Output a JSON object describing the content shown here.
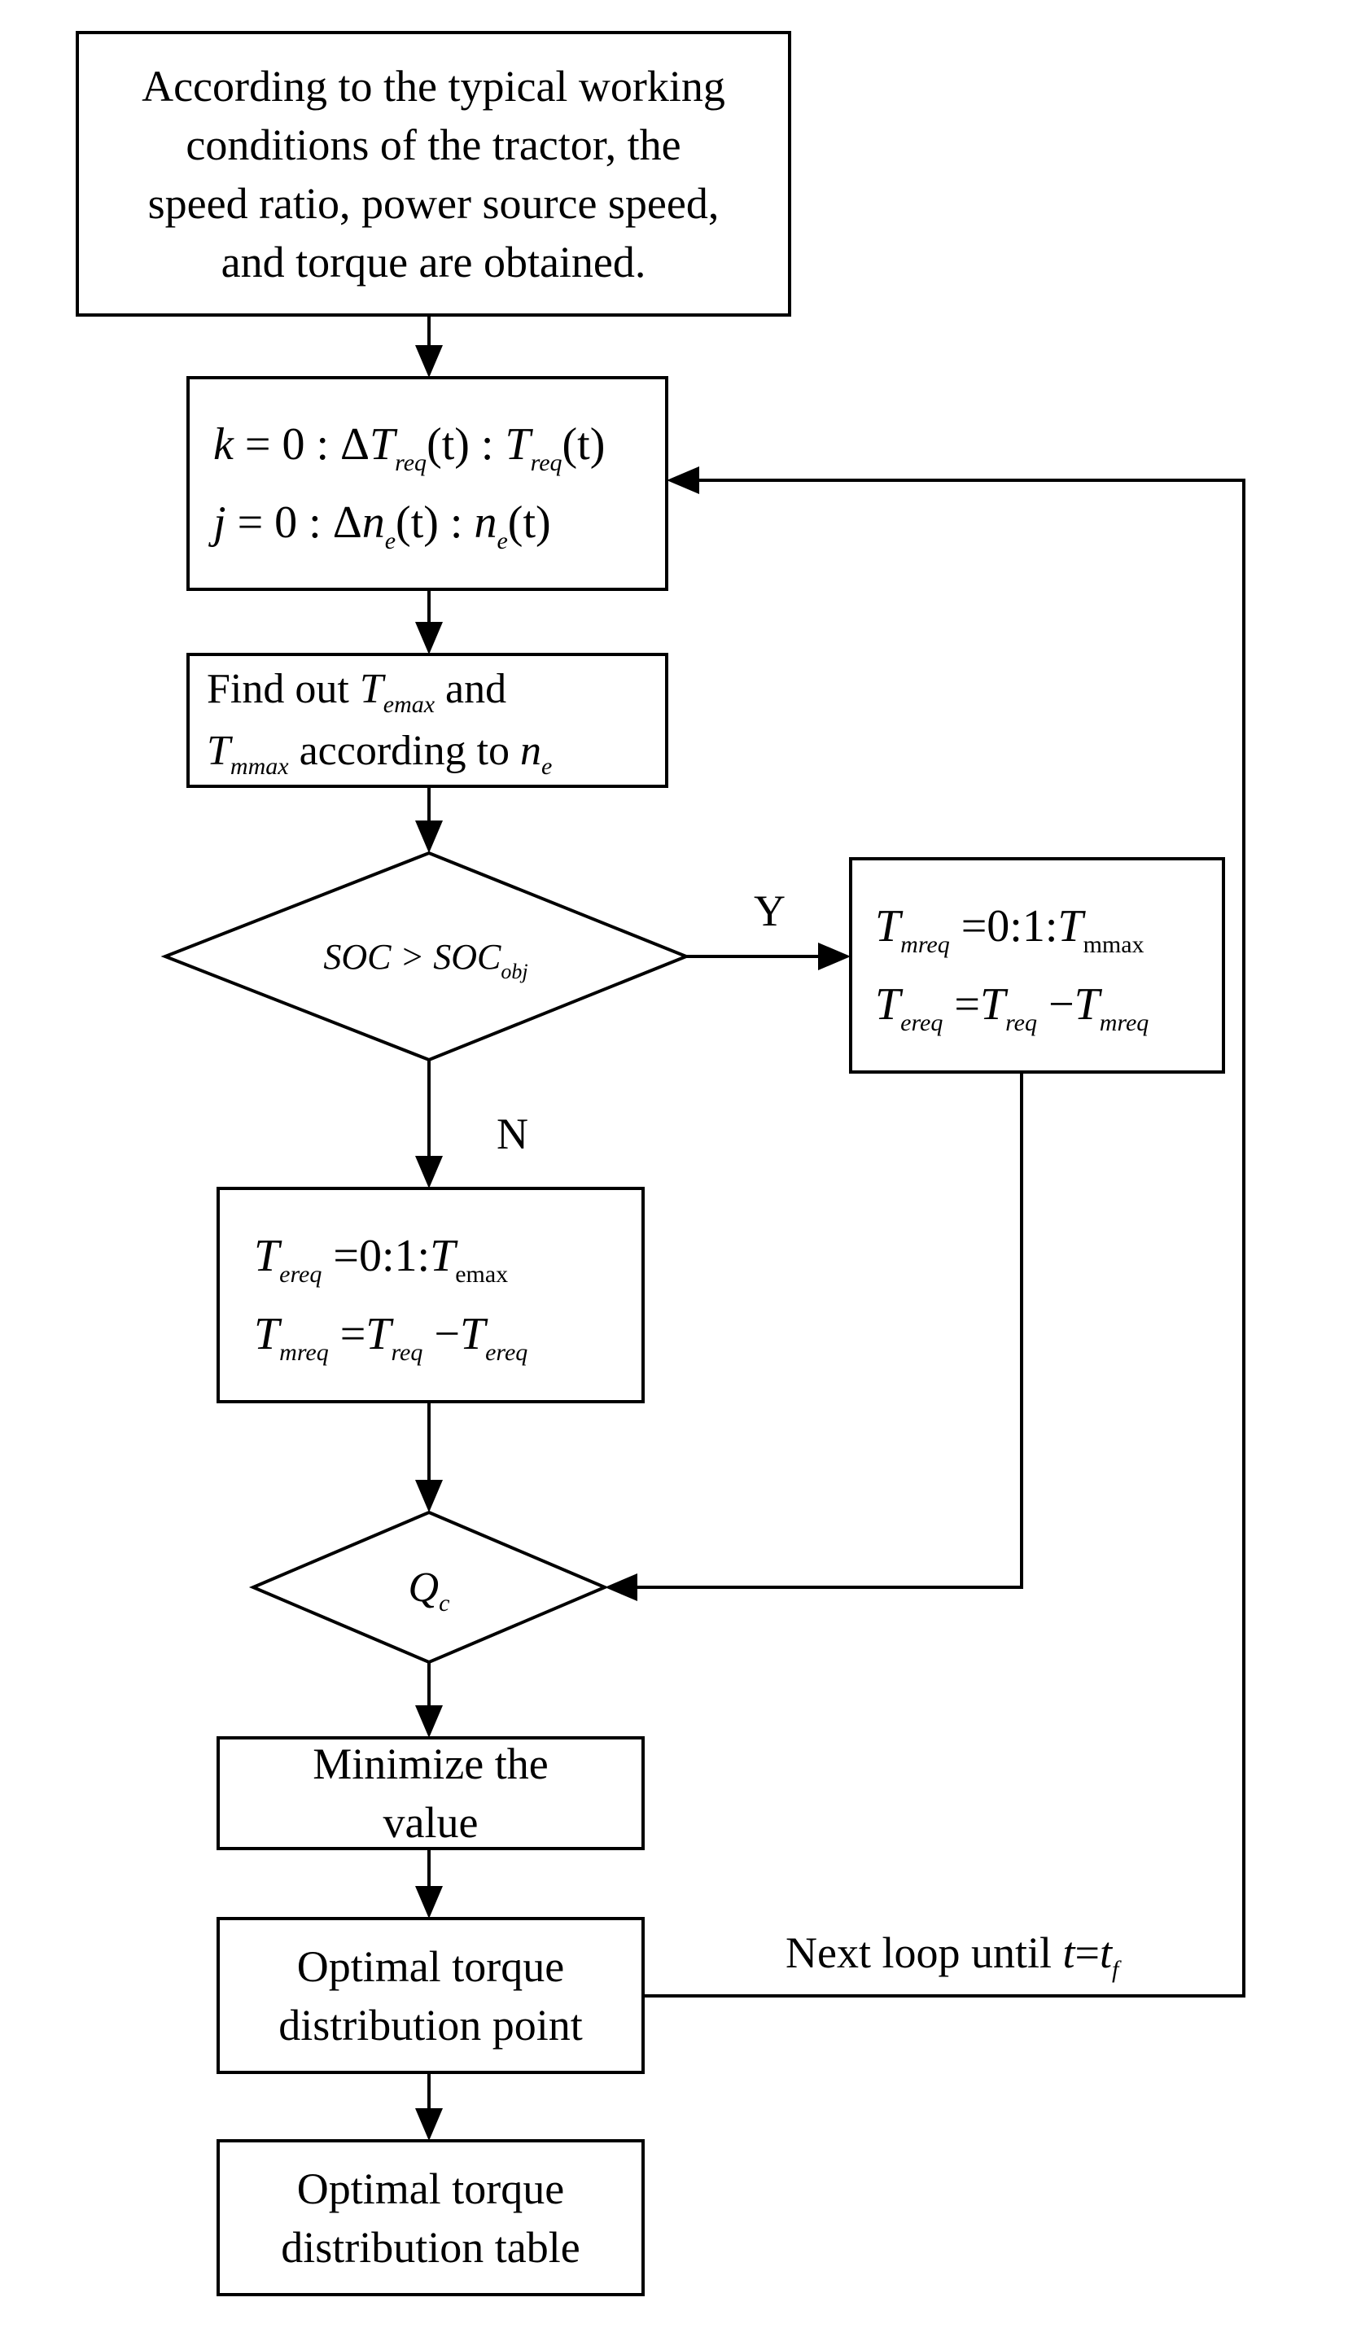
{
  "nodes": {
    "start": {
      "line1": "According to the typical working",
      "line2": "conditions of the tractor, the",
      "line3": "speed ratio, power source speed,",
      "line4": "and torque are obtained."
    },
    "loop_init": {
      "k_var": "k",
      "eq1": " = 0 : Δ",
      "T": "T",
      "req": "req",
      "t_arg": "(t)",
      "colon": " : ",
      "j_var": "j",
      "eq2": " = 0 : Δ",
      "n": "n",
      "e": "e"
    },
    "find": {
      "text1": "Find out ",
      "T": "T",
      "emax": "emax",
      "and": " and",
      "mmax": "mmax",
      "text2": " according to ",
      "n": "n",
      "e": "e"
    },
    "decision_soc": {
      "soc": "SOC > SOC",
      "obj": "obj"
    },
    "motor_first": {
      "T": "T",
      "mreq": "mreq",
      "range": " =0:1:",
      "mmax": "mmax",
      "ereq": "ereq",
      "eq": " =",
      "req": "req",
      "minus": " −"
    },
    "engine_first": {
      "T": "T",
      "ereq": "ereq",
      "range": " =0:1:",
      "emax": "emax",
      "mreq": "mreq",
      "eq": " =",
      "req": "req",
      "minus": " −"
    },
    "decision_q": {
      "Q": "Q",
      "c": "c"
    },
    "minimize": {
      "line1": "Minimize the",
      "line2": "value"
    },
    "optimal_point": {
      "line1": "Optimal torque",
      "line2": "distribution point"
    },
    "optimal_table": {
      "line1": "Optimal torque",
      "line2": "distribution table"
    }
  },
  "labels": {
    "yes": "Y",
    "no": "N",
    "loop": "Next loop until ",
    "loop_t": "t",
    "loop_eq": "=",
    "loop_tf": "t",
    "loop_f": "f"
  }
}
